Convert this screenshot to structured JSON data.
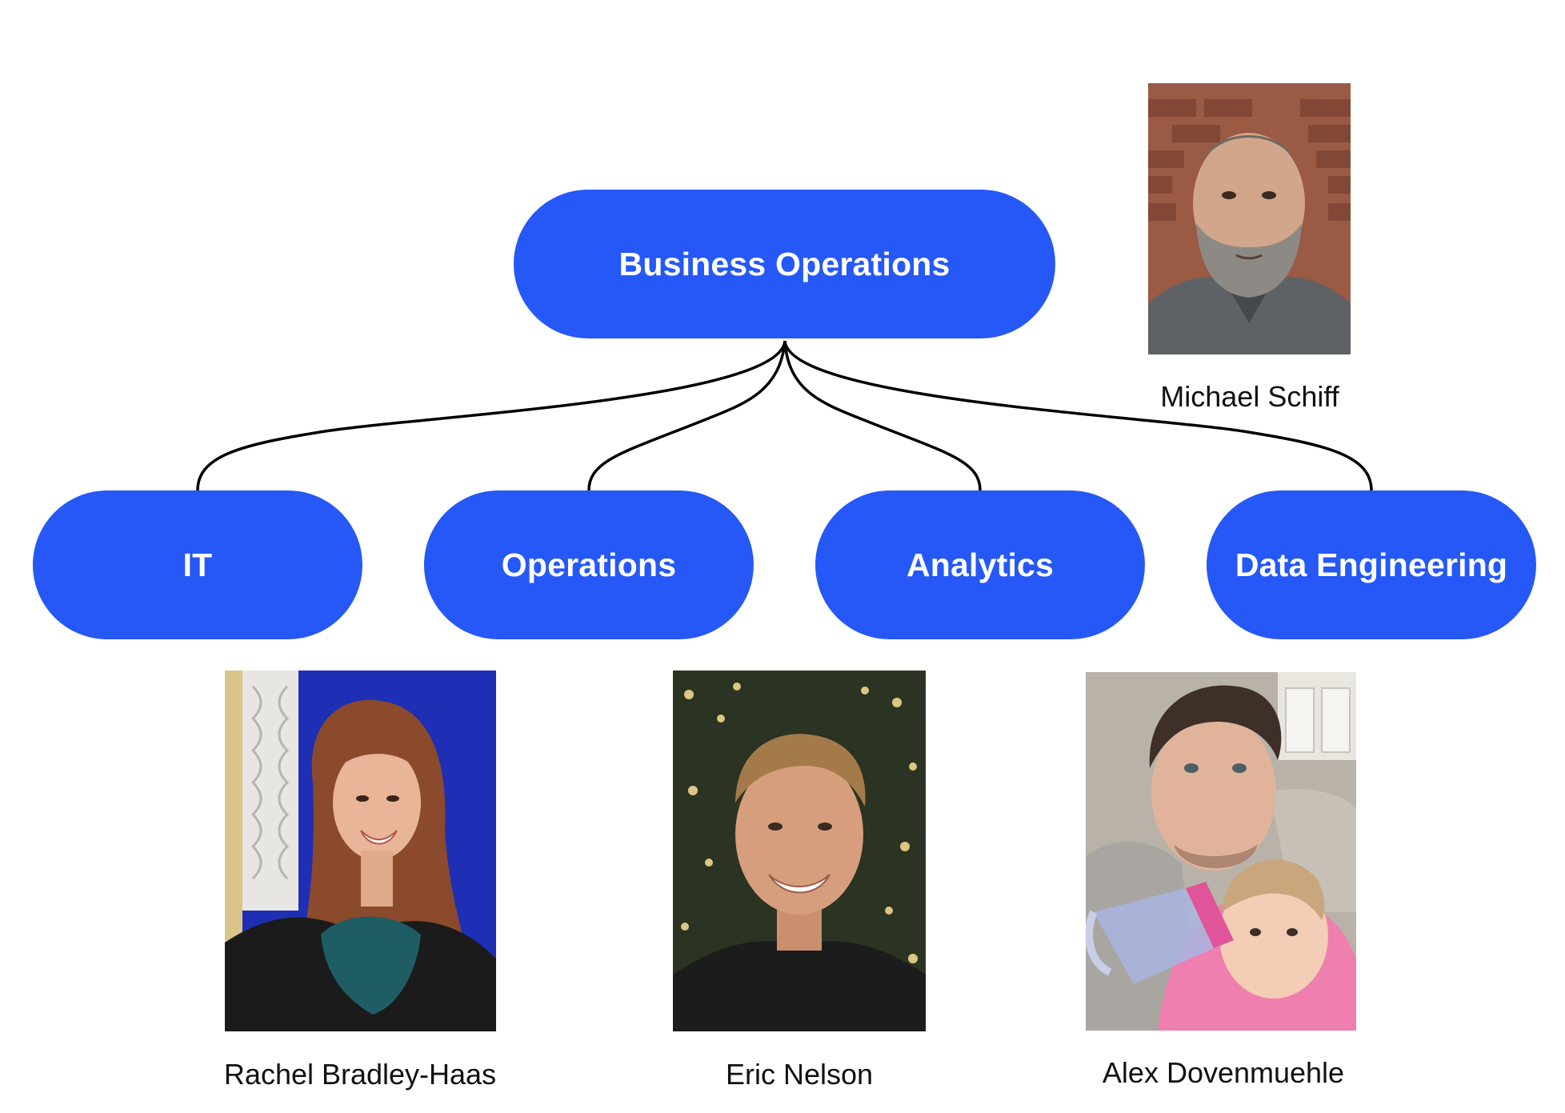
{
  "root": {
    "label": "Business Operations"
  },
  "children": [
    {
      "label": "IT"
    },
    {
      "label": "Operations"
    },
    {
      "label": "Analytics"
    },
    {
      "label": "Data Engineering"
    }
  ],
  "people": {
    "michael": {
      "name": "Michael Schiff"
    },
    "rachel": {
      "name": "Rachel Bradley-Haas"
    },
    "eric": {
      "name": "Eric Nelson"
    },
    "alex": {
      "name": "Alex Dovenmuehle"
    }
  },
  "colors": {
    "node_fill": "#2558f7",
    "node_text": "#ffffff",
    "connector": "#000000"
  }
}
